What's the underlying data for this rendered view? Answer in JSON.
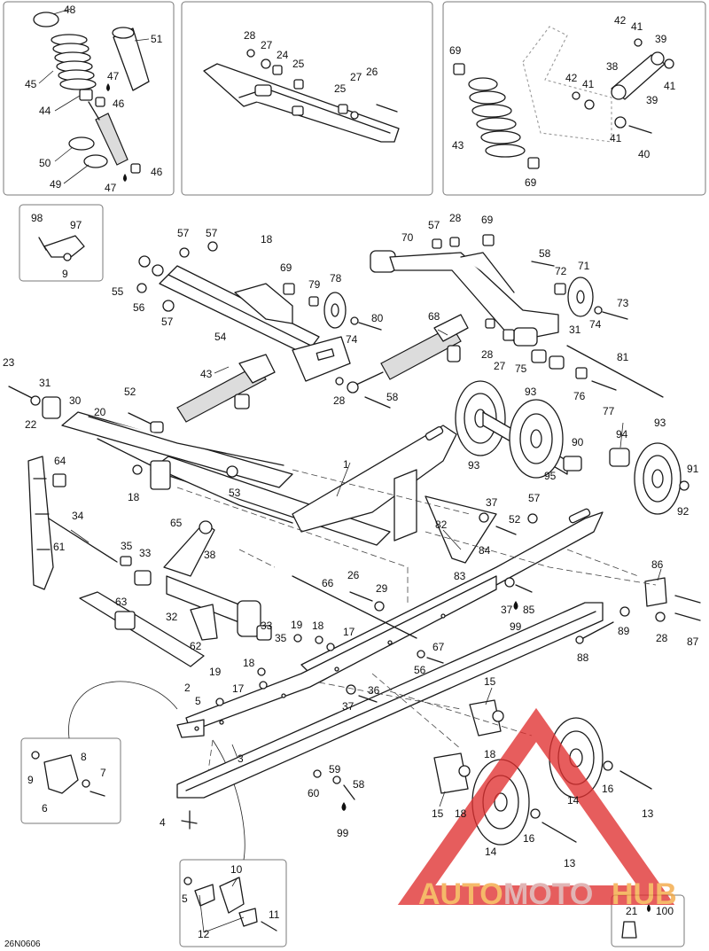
{
  "figure_code": "26N0606",
  "watermark": {
    "part1": "AUTO",
    "part2": "MOTO",
    "part3": "HUB",
    "color_orange": "#f3a640",
    "color_red": "#e03030"
  },
  "labels": {
    "n48": "48",
    "n51": "51",
    "n45": "45",
    "n47a": "47",
    "n44": "44",
    "n46a": "46",
    "n50": "50",
    "n49": "49",
    "n47b": "47",
    "n46b": "46",
    "n28a": "28",
    "n27a": "27",
    "n24": "24",
    "n25a": "25",
    "n27b": "27",
    "n26a": "26",
    "n25b": "25",
    "n42a": "42",
    "n41a": "41",
    "n39a": "39",
    "n38a": "38",
    "n41b": "41",
    "n69a": "69",
    "n42b": "42",
    "n41c": "41",
    "n39b": "39",
    "n43a": "43",
    "n41d": "41",
    "n40": "40",
    "n69b": "69",
    "n98": "98",
    "n97": "97",
    "n9a": "9",
    "n57a": "57",
    "n57b": "57",
    "n55": "55",
    "n56a": "56",
    "n57c": "57",
    "n54": "54",
    "n18a": "18",
    "n69c": "69",
    "n79": "79",
    "n78": "78",
    "n80": "80",
    "n74a": "74",
    "n70": "70",
    "n57d": "57",
    "n28b": "28",
    "n69d": "69",
    "n58a": "58",
    "n72": "72",
    "n71": "71",
    "n73": "73",
    "n74b": "74",
    "n68": "68",
    "n31a": "31",
    "n28c": "28",
    "n27c": "27",
    "n75": "75",
    "n81": "81",
    "n76": "76",
    "n77": "77",
    "n28d": "28",
    "n58b": "58",
    "n23": "23",
    "n31b": "31",
    "n22": "22",
    "n30": "30",
    "n20": "20",
    "n52a": "52",
    "n43b": "43",
    "n94": "94",
    "n93a": "93",
    "n93b": "93",
    "n93c": "93",
    "n90": "90",
    "n95": "95",
    "n91": "91",
    "n92": "92",
    "n1": "1",
    "n64": "64",
    "n18b": "18",
    "n53": "53",
    "n65": "65",
    "n34": "34",
    "n37a": "37",
    "n57e": "57",
    "n52b": "52",
    "n82": "82",
    "n84": "84",
    "n83": "83",
    "n61": "61",
    "n35a": "35",
    "n33a": "33",
    "n38b": "38",
    "n86": "86",
    "n26b": "26",
    "n29": "29",
    "n66": "66",
    "n37b": "37",
    "n85": "85",
    "n99a": "99",
    "n28e": "28",
    "n87": "87",
    "n89": "89",
    "n88": "88",
    "n63": "63",
    "n32": "32",
    "n62": "62",
    "n33b": "33",
    "n19a": "19",
    "n18c": "18",
    "n17a": "17",
    "n35b": "35",
    "n67": "67",
    "n56b": "56",
    "n19b": "19",
    "n18d": "18",
    "n17b": "17",
    "n2": "2",
    "n5a": "5",
    "n36": "36",
    "n37c": "37",
    "n15a": "15",
    "n18e": "18",
    "n8": "8",
    "n9b": "9",
    "n7": "7",
    "n6": "6",
    "n3": "3",
    "n59": "59",
    "n58c": "58",
    "n60": "60",
    "n99b": "99",
    "n4": "4",
    "n15b": "15",
    "n18f": "18",
    "n16a": "16",
    "n13a": "13",
    "n14a": "14",
    "n16b": "16",
    "n14b": "14",
    "n13b": "13",
    "n10": "10",
    "n5b": "5",
    "n11": "11",
    "n12": "12",
    "n21": "21",
    "n100": "100"
  }
}
